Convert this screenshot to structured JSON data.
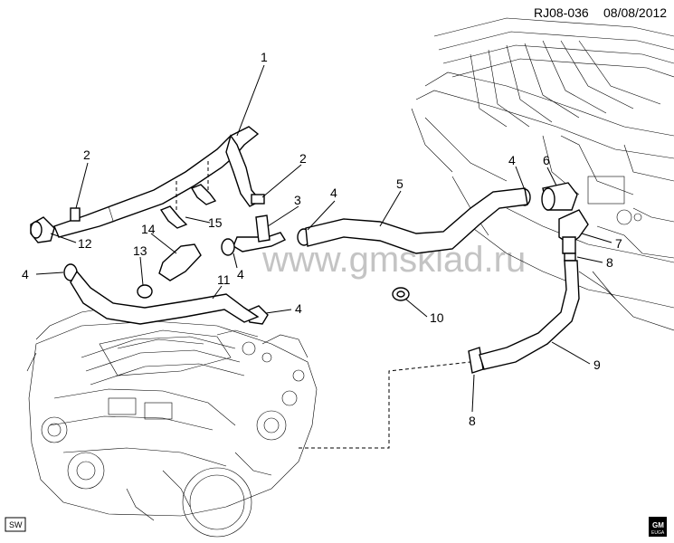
{
  "header": {
    "code": "RJ08-036",
    "date": "08/08/2012"
  },
  "watermark": "www.gmsklad.ru",
  "badge_sw": "SW",
  "logo": {
    "top": "GM",
    "bottom": "EUGA"
  },
  "callouts": {
    "c1": "1",
    "c2a": "2",
    "c2b": "2",
    "c3": "3",
    "c4a": "4",
    "c4b": "4",
    "c4c": "4",
    "c4d": "4",
    "c4e": "4",
    "c5": "5",
    "c6": "6",
    "c7": "7",
    "c8a": "8",
    "c8b": "8",
    "c9": "9",
    "c10": "10",
    "c11": "11",
    "c12": "12",
    "c13": "13",
    "c14": "14",
    "c15": "15"
  }
}
